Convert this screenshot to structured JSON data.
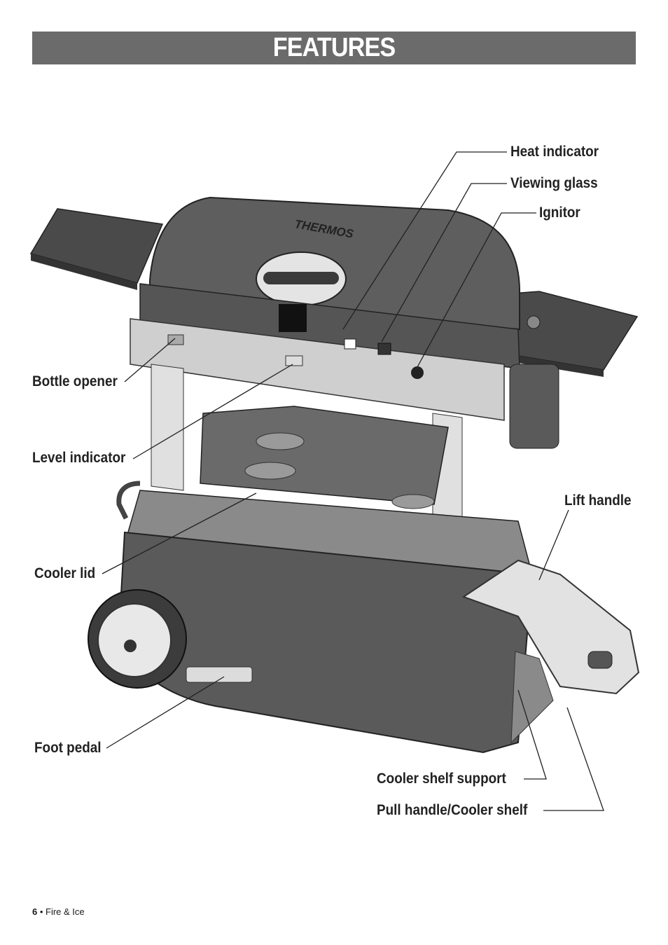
{
  "header": {
    "title": "FEATURES"
  },
  "image": {
    "brand_text": "THERMOS"
  },
  "callouts": {
    "heat_indicator": "Heat indicator",
    "viewing_glass": "Viewing glass",
    "ignitor": "Ignitor",
    "bottle_opener": "Bottle opener",
    "level_indicator": "Level indicator",
    "lift_handle": "Lift handle",
    "cooler_lid": "Cooler lid",
    "foot_pedal": "Foot pedal",
    "cooler_shelf_support": "Cooler shelf support",
    "pull_handle_cooler_shelf": "Pull handle/Cooler shelf"
  },
  "footer": {
    "page_number": "6",
    "separator": " • ",
    "doc_title": "Fire & Ice"
  }
}
